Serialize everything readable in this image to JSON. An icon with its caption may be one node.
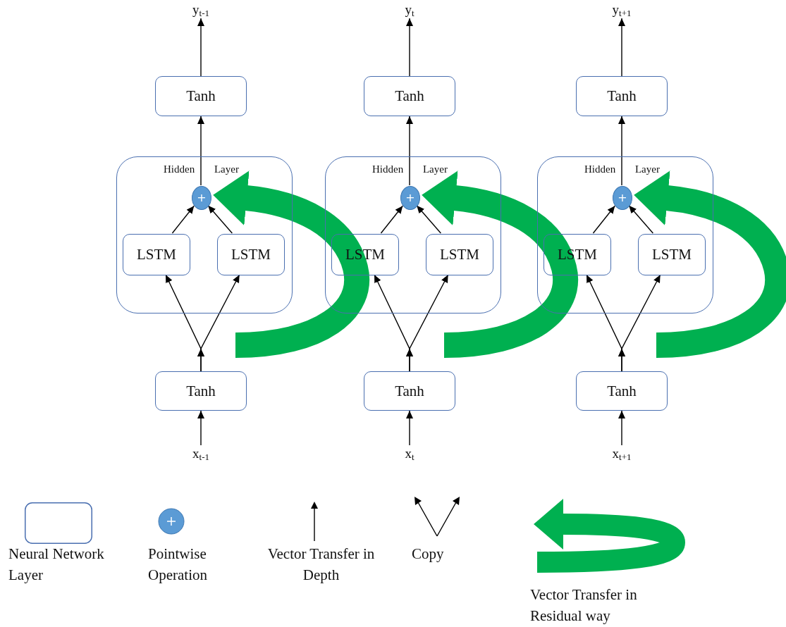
{
  "diagram": {
    "nodes": [
      {
        "text": [
          "y$_{t-1}$"
        ]
      },
      {
        "text": [
          "Tanh"
        ]
      },
      {
        "text": [
          "Hidden Layer"
        ]
      },
      {
        "text": [
          "+"
        ],
        "in": 2
      },
      {
        "text": [
          "LSTM"
        ],
        "in": 2
      },
      {
        "text": [
          "LSTM"
        ],
        "in": 2
      },
      {
        "text": [
          "Tanh"
        ]
      },
      {
        "text": [
          "x$_{t-1}$"
        ]
      },
      {
        "text": [
          "y$_{t}$"
        ]
      },
      {
        "text": [
          "Tanh"
        ]
      },
      {
        "text": [
          "Hidden Layer"
        ]
      },
      {
        "text": [
          "+"
        ],
        "in": 10
      },
      {
        "text": [
          "LSTM"
        ],
        "in": 10
      },
      {
        "text": [
          "LSTM"
        ],
        "in": 10
      },
      {
        "text": [
          "Tanh"
        ]
      },
      {
        "text": [
          "x$_{t}$"
        ]
      },
      {
        "text": [
          "y$_{t+1}$"
        ]
      },
      {
        "text": [
          "Tanh"
        ]
      },
      {
        "text": [
          "Hidden Layer"
        ]
      },
      {
        "text": [
          "+"
        ],
        "in": 18
      },
      {
        "text": [
          "LSTM"
        ],
        "in": 18
      },
      {
        "text": [
          "LSTM"
        ],
        "in": 18
      },
      {
        "text": [
          "Tanh"
        ]
      },
      {
        "text": [
          "x$_{t+1}$"
        ]
      }
    ],
    "edges": [
      {
        "from": 7,
        "to": 6,
        "arrow": "to"
      },
      {
        "from": 6,
        "to": 4,
        "arrow": "to"
      },
      {
        "from": 6,
        "to": 5,
        "arrow": "to"
      },
      {
        "from": 4,
        "to": 3,
        "arrow": "to"
      },
      {
        "from": 5,
        "to": 3,
        "arrow": "to"
      },
      {
        "from": 3,
        "to": 1,
        "arrow": "to"
      },
      {
        "from": 1,
        "to": 0,
        "arrow": "to"
      },
      {
        "from": null,
        "to": 3,
        "arrow": "to",
        "style": "thick",
        "color": "#00b050"
      },
      {
        "from": 15,
        "to": 14,
        "arrow": "to"
      },
      {
        "from": 14,
        "to": 12,
        "arrow": "to"
      },
      {
        "from": 14,
        "to": 13,
        "arrow": "to"
      },
      {
        "from": 12,
        "to": 11,
        "arrow": "to"
      },
      {
        "from": 13,
        "to": 11,
        "arrow": "to"
      },
      {
        "from": 11,
        "to": 9,
        "arrow": "to"
      },
      {
        "from": 9,
        "to": 8,
        "arrow": "to"
      },
      {
        "from": null,
        "to": 11,
        "arrow": "to",
        "style": "thick",
        "color": "#00b050"
      },
      {
        "from": 23,
        "to": 22,
        "arrow": "to"
      },
      {
        "from": 22,
        "to": 20,
        "arrow": "to"
      },
      {
        "from": 22,
        "to": 21,
        "arrow": "to"
      },
      {
        "from": 20,
        "to": 19,
        "arrow": "to"
      },
      {
        "from": 21,
        "to": 19,
        "arrow": "to"
      },
      {
        "from": 19,
        "to": 17,
        "arrow": "to"
      },
      {
        "from": 17,
        "to": 16,
        "arrow": "to"
      },
      {
        "from": null,
        "to": 19,
        "arrow": "to",
        "style": "thick",
        "color": "#00b050"
      }
    ],
    "legend": [
      {
        "text": "Neural Network Layer"
      },
      {
        "text": "Pointwise Operation"
      },
      {
        "text": "Vector Transfer in Depth"
      },
      {
        "text": "Copy"
      },
      {
        "text": "Vector Transfer in Residual way"
      }
    ]
  }
}
